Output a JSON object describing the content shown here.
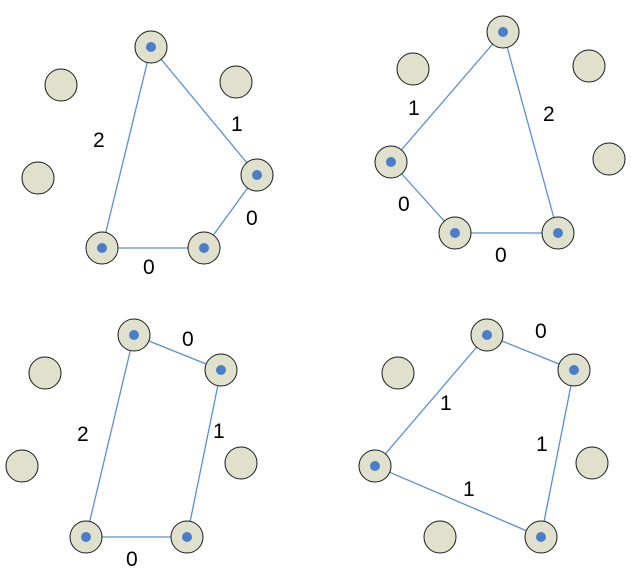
{
  "colors": {
    "node_fill": "#e0e1cd",
    "node_stroke": "#1a1a1a",
    "dot": "#4a7ec8",
    "edge": "#5b8fd4",
    "label": "#000000"
  },
  "panels": [
    {
      "id": "top-left",
      "edges": [
        {
          "label": "2"
        },
        {
          "label": "1"
        },
        {
          "label": "0"
        },
        {
          "label": "0"
        }
      ]
    },
    {
      "id": "top-right",
      "edges": [
        {
          "label": "1"
        },
        {
          "label": "2"
        },
        {
          "label": "0"
        },
        {
          "label": "0"
        }
      ]
    },
    {
      "id": "bottom-left",
      "edges": [
        {
          "label": "0"
        },
        {
          "label": "2"
        },
        {
          "label": "1"
        },
        {
          "label": "0"
        }
      ]
    },
    {
      "id": "bottom-right",
      "edges": [
        {
          "label": "0"
        },
        {
          "label": "1"
        },
        {
          "label": "1"
        },
        {
          "label": "1"
        }
      ]
    }
  ]
}
